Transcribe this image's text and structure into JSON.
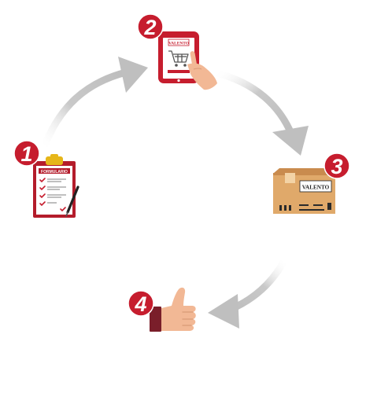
{
  "steps": [
    {
      "number": "1",
      "icon": "clipboard-form-icon",
      "label": "FORMULARIO"
    },
    {
      "number": "2",
      "icon": "tablet-shopping-cart-icon",
      "label": "VALENTO"
    },
    {
      "number": "3",
      "icon": "shipping-box-icon",
      "label": "VALENTO"
    },
    {
      "number": "4",
      "icon": "thumbs-up-icon"
    }
  ],
  "colors": {
    "badge": "#c61d2e",
    "arrow": "#c4c4c4",
    "cardboard": "#e0a96a",
    "skin": "#f2b895",
    "sleeve": "#7a1e2a"
  }
}
